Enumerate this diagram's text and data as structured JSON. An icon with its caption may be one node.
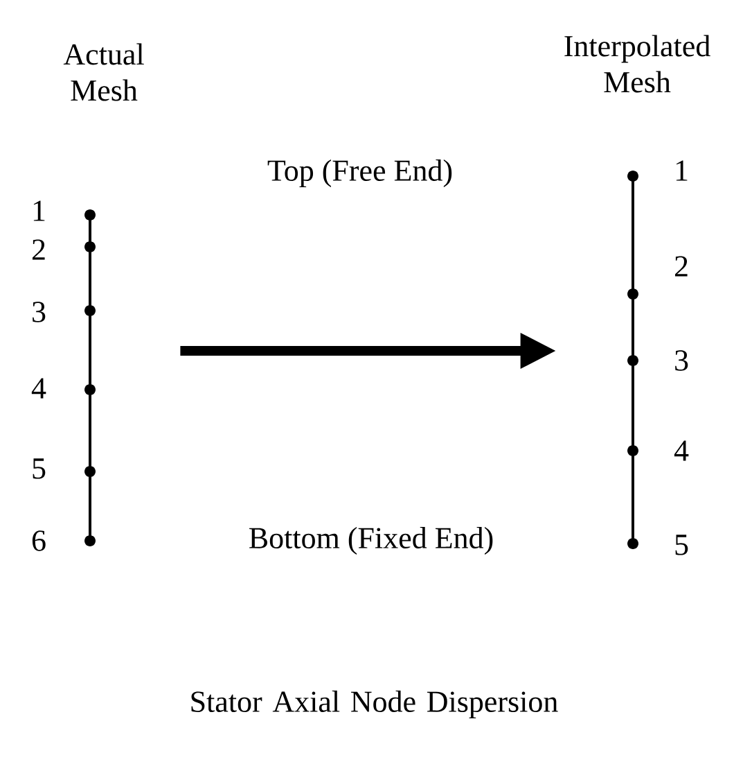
{
  "diagram": {
    "caption": "Stator Axial Node Dispersion",
    "nodes": [
      {
        "text": [
          "Actual Mesh"
        ]
      },
      {
        "text": [
          "Interpolated Mesh"
        ]
      }
    ],
    "edges": [
      {
        "from": 0,
        "to": 1,
        "arrow": "to"
      }
    ],
    "labels": [
      "1",
      "2",
      "3",
      "4",
      "5",
      "6",
      "1",
      "2",
      "3",
      "4",
      "5",
      "Top (Free End)",
      "Bottom (Fixed End)"
    ]
  }
}
